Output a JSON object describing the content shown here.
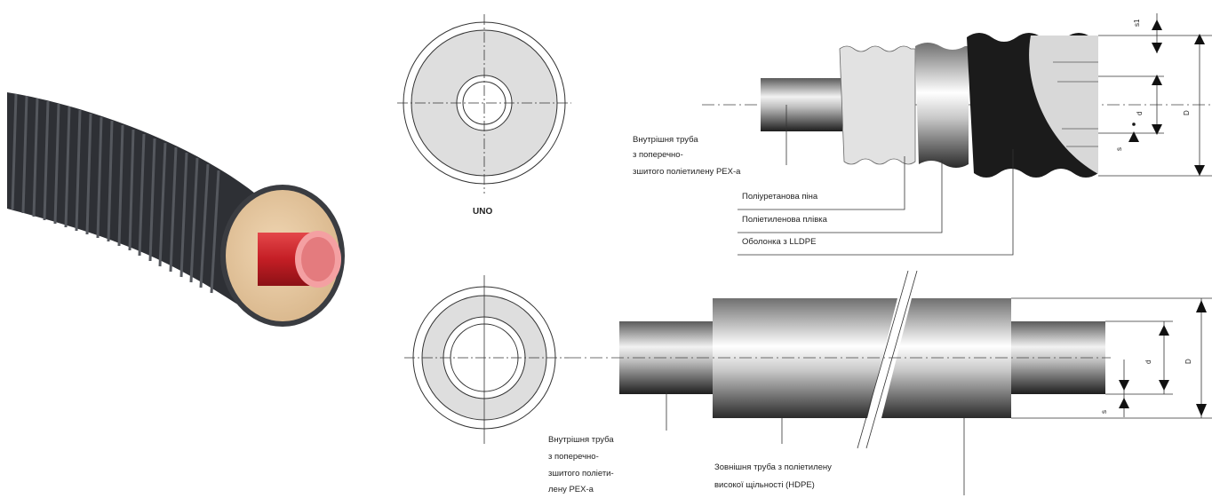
{
  "section_top": {
    "cross_section_caption": "UNO",
    "inner_pipe_label": [
      "Внутрішня труба",
      "з поперечно-",
      "зшитого поліетилену PEX-a"
    ],
    "callouts": [
      "Поліуретанова піна",
      "Поліетиленова плівка",
      "Оболонка з LLDPE"
    ],
    "dimensions": [
      "s1",
      "d",
      "s",
      "D"
    ]
  },
  "section_bottom": {
    "inner_pipe_label": [
      "Внутрішня труба",
      "з поперечно-",
      "зшитого поліети-",
      "лену PEX-a"
    ],
    "outer_pipe_label": [
      "Зовнішня труба з поліетилену",
      "високої щільності (HDPE)"
    ],
    "dimensions": [
      "d",
      "D",
      "s"
    ]
  },
  "colors": {
    "jacket": "#2f3136",
    "insulation": "#e6c9a3",
    "inner_pipe": "#d0262b",
    "cross_section_fill": "#dedede"
  }
}
